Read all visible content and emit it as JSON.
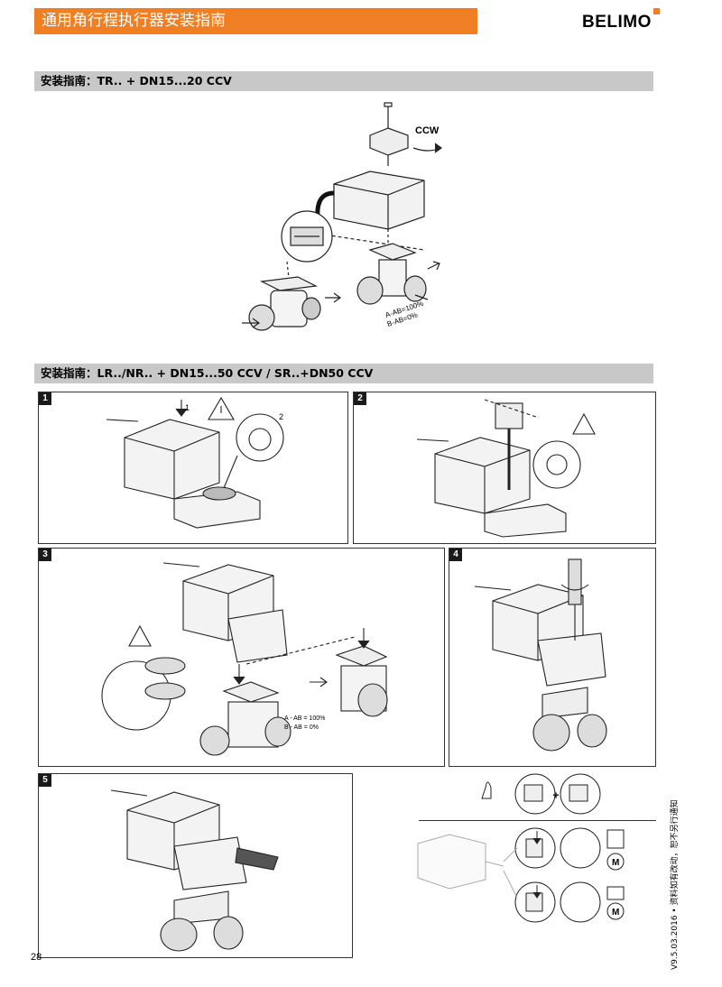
{
  "header": {
    "title": "通用角行程执行器安装指南",
    "brand": "BELIMO"
  },
  "sections": {
    "tr": {
      "title": "安装指南：TR.. + DN15...20 CCV"
    },
    "lr": {
      "title": "安装指南：LR../NR.. + DN15...50 CCV / SR..+DN50 CCV"
    }
  },
  "tr_diagram": {
    "direction_label": "CCW",
    "valve_text_1": "A-AB=100%",
    "valve_text_2": "B-AB=0%"
  },
  "steps": {
    "s1": {
      "number": "1",
      "callout_1": "1",
      "callout_2": "2"
    },
    "s2": {
      "number": "2"
    },
    "s3": {
      "number": "3",
      "valve_text_1": "A - AB = 100%",
      "valve_text_2": "B - AB = 0%"
    },
    "s4": {
      "number": "4"
    },
    "s5": {
      "number": "5"
    }
  },
  "manual_override": {
    "motor_label": "M"
  },
  "footer": {
    "page_number": "28",
    "version_note": "V9.5.03.2016 • 资料如有改动，恕不另行通知"
  },
  "colors": {
    "accent": "#f07e22",
    "section_bg": "#c8c8c8"
  }
}
